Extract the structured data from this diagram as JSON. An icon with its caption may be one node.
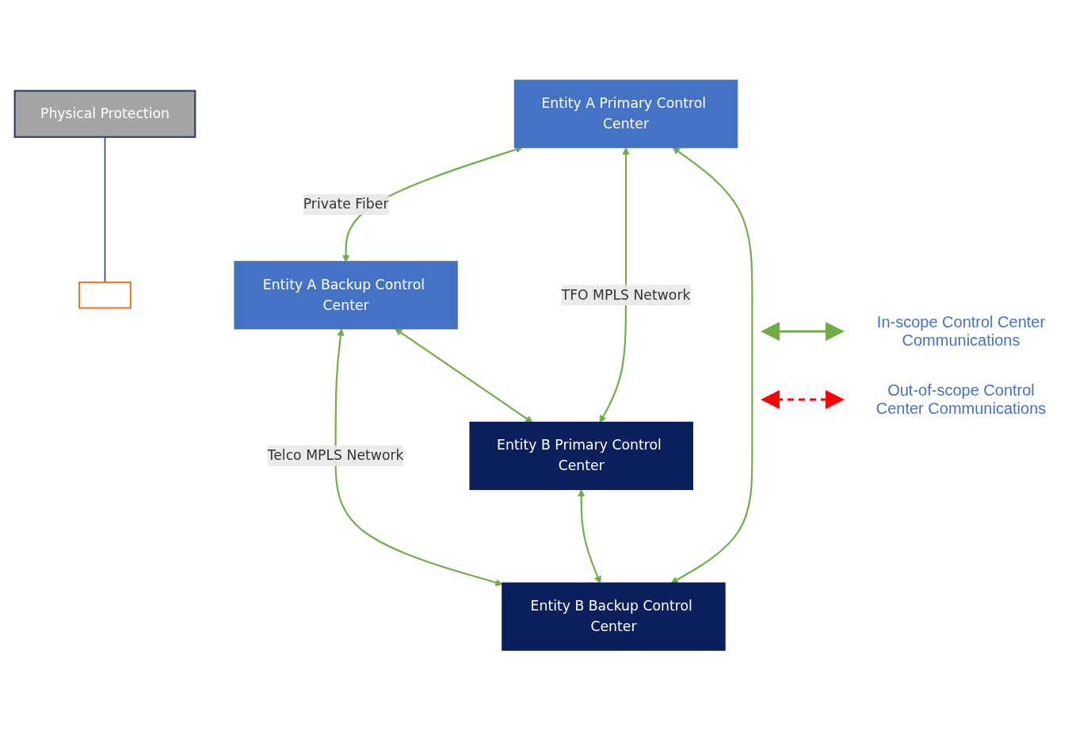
{
  "diagram": {
    "nodes": [
      {
        "text": [
          "Physical Protection"
        ]
      },
      {
        "text": [
          "Entity A Primary Control Center"
        ]
      },
      {
        "text": [],
        "shape": "box"
      },
      {
        "text": [
          "Entity A Backup Control Center"
        ]
      },
      {
        "text": [
          "Entity B Primary Control Center"
        ]
      },
      {
        "text": [
          "Entity B Backup Control Center"
        ]
      }
    ],
    "edges": [
      {
        "from": 0,
        "to": 2,
        "arrow": "none",
        "color": "#2f3f6f"
      },
      {
        "from": 1,
        "to": 3,
        "arrow": "both",
        "label": "Private Fiber"
      },
      {
        "from": 1,
        "to": 4,
        "arrow": "both",
        "label": "TFO MPLS Network"
      },
      {
        "from": 3,
        "to": 5,
        "arrow": "both",
        "label": "Telco MPLS Network"
      },
      {
        "from": 3,
        "to": 4,
        "arrow": "both"
      },
      {
        "from": 1,
        "to": 5,
        "arrow": "both"
      },
      {
        "from": 4,
        "to": 5,
        "arrow": "both"
      }
    ],
    "legend": [
      {
        "text": "In-scope Control Center Communications"
      },
      {
        "text": "Out-of-scope Control Center Communications"
      }
    ]
  }
}
